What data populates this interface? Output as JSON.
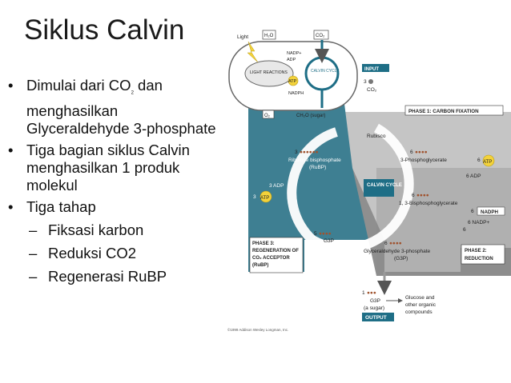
{
  "slide": {
    "title": "Siklus Calvin",
    "bullet1_pre": "Dimulai dari CO",
    "bullet1_sub": "2",
    "bullet1_post": " dan menghasilkan Glyceraldehyde 3-phosphate",
    "bullet2": "Tiga bagian siklus Calvin menghasilkan 1 produk molekul",
    "bullet3": "Tiga tahap",
    "sub_items": [
      "Fiksasi karbon",
      "Reduksi CO2",
      "Regenerasi RuBP"
    ]
  },
  "diagram": {
    "light": "Light",
    "h2o": "H₂O",
    "co2_top": "CO₂",
    "nadp": "NADP+",
    "adp": "ADP",
    "light_reactions": "LIGHT REACTIONS",
    "calvin_cycle_small": "CALVIN CYCLE",
    "atp": "ATP",
    "nadph": "NADPH",
    "o2": "O₂",
    "ch2o": "CH₂O (sugar)",
    "input": "INPUT",
    "input_count": "3",
    "input_co2": "CO₂",
    "phase1": "PHASE 1: CARBON FIXATION",
    "rubisco": "Rubisco",
    "ribulose_count": "3",
    "ribulose": "Ribulose bisphosphate",
    "ribulose_abbr": "(RuBP)",
    "pga_count": "6",
    "pga": "3-Phosphoglycerate",
    "six_atp": "6",
    "six_adp": "6 ADP",
    "calvin_center": "CALVIN CYCLE",
    "three_adp": "3 ADP",
    "three_atp": "3",
    "bpg_count": "6",
    "bpg": "1, 3-Bisphosphoglycerate",
    "six_nadph": "6",
    "six_nadp": "6 NADP+",
    "six_pi": "6",
    "five_count": "5",
    "g3p_label": "G3P",
    "phase3_l1": "PHASE 3:",
    "phase3_l2": "REGENERATION OF",
    "phase3_l3": "CO₂ ACCEPTOR",
    "phase3_l4": "(RuBP)",
    "g3p_count": "6",
    "g3p_full": "Glyceraldehyde 3-phosphate",
    "g3p_abbr": "(G3P)",
    "phase2_l1": "PHASE 2:",
    "phase2_l2": "REDUCTION",
    "out_count": "1",
    "out_g3p": "G3P",
    "out_sugar": "(a sugar)",
    "output": "OUTPUT",
    "glucose_l1": "Glucose and",
    "glucose_l2": "other organic",
    "glucose_l3": "compounds",
    "copyright": "©1999 Addison Wesley Longman, Inc."
  }
}
